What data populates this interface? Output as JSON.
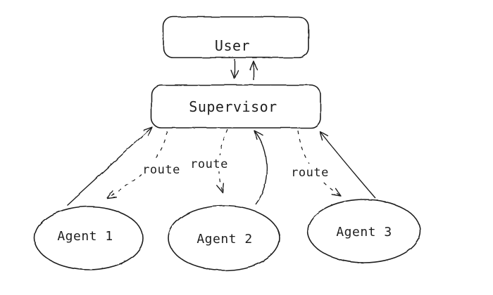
{
  "diagram": {
    "background_color": "#ffffff",
    "stroke_color": "#1e1e1e",
    "style": "hand-drawn-sketch",
    "nodes": {
      "user": {
        "label": "User",
        "shape": "rounded-rectangle"
      },
      "supervisor": {
        "label": "Supervisor",
        "shape": "rounded-rectangle"
      },
      "agent1": {
        "label": "Agent 1",
        "shape": "ellipse"
      },
      "agent2": {
        "label": "Agent 2",
        "shape": "ellipse"
      },
      "agent3": {
        "label": "Agent 3",
        "shape": "ellipse"
      }
    },
    "edges": [
      {
        "from": "user",
        "to": "supervisor",
        "style": "solid-arrow",
        "label": ""
      },
      {
        "from": "supervisor",
        "to": "user",
        "style": "solid-arrow",
        "label": ""
      },
      {
        "from": "agent1",
        "to": "supervisor",
        "style": "solid-arrow",
        "label": ""
      },
      {
        "from": "supervisor",
        "to": "agent1",
        "style": "dashed-arrow",
        "label": "route"
      },
      {
        "from": "supervisor",
        "to": "agent2",
        "style": "dashed-arrow",
        "label": "route"
      },
      {
        "from": "agent2",
        "to": "supervisor",
        "style": "solid-arrow",
        "label": ""
      },
      {
        "from": "supervisor",
        "to": "agent3",
        "style": "dashed-arrow",
        "label": "route"
      },
      {
        "from": "agent3",
        "to": "supervisor",
        "style": "solid-arrow",
        "label": ""
      }
    ]
  }
}
